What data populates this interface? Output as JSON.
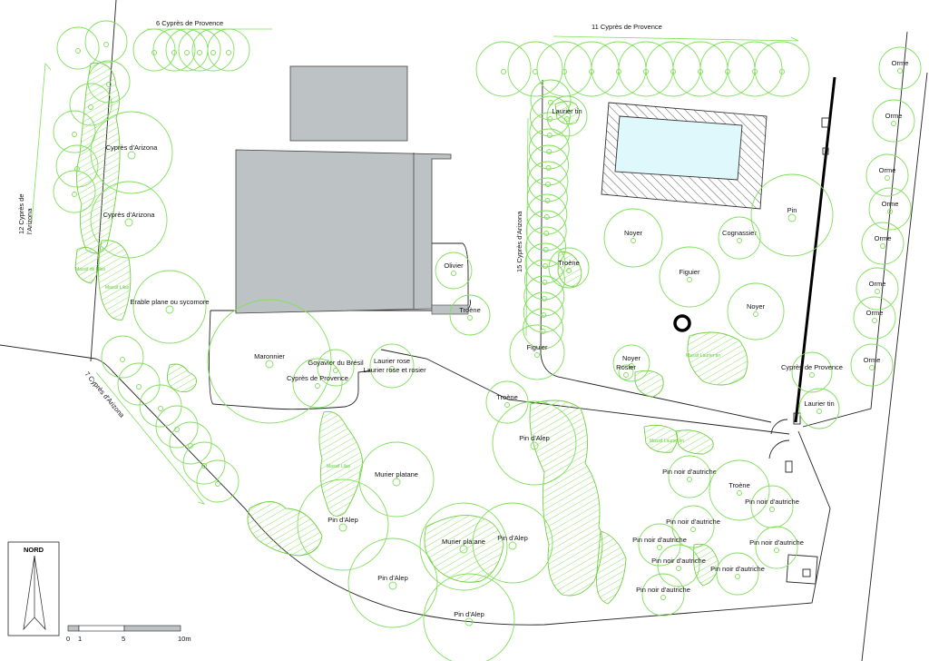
{
  "title_rows": {
    "row_6": "6 Cyprès de Provence",
    "row_11": "11 Cyprès de Provence",
    "row_12a": "12 Cyprès de",
    "row_12b": "l'Arizona",
    "row_15": "15 Cyprès d'Arizona",
    "row_7": "7 Cyprès d'Arizona"
  },
  "labels": [
    "Cyprès d'Arizona",
    "Cyprès d'Arizona",
    "Erable plane ou sycomore",
    "Maronnier",
    "Goyavier du Brésil",
    "Laurier rose",
    "Laurier rose et rosier",
    "Cyprès de Provence",
    "Olivier",
    "Troène",
    "Troène",
    "Pin d'Alep",
    "Murier platane",
    "Pin d'Alep",
    "Murier platane",
    "Pin d'Alep",
    "Pin d'Alep",
    "Pin d'Alep",
    "Laurier tin",
    "Troène",
    "Figuier",
    "Noyer",
    "Cognassier",
    "Figuier",
    "Noyer",
    "Pin",
    "Noyer",
    "Rosier",
    "Cyprès de Provence",
    "Laurier tin",
    "Pin noir d'autriche",
    "Troène",
    "Pin noir d'autriche",
    "Pin noir d'autriche",
    "Pin noir d'autriche",
    "Pin noir d'autriche",
    "Pin noir d'autriche",
    "Pin noir d'autriche",
    "Pin noir d'autriche",
    "Orme",
    "Orme",
    "Orme",
    "Orme",
    "Orme",
    "Orme",
    "Orme",
    "Orme"
  ],
  "massifs": [
    "Massif Laurier tin",
    "Massif de Lilas",
    "Massif Lilas",
    "Massif Lilas",
    "Massif Laurier tin"
  ],
  "legend": {
    "north": "NORD",
    "scale_ticks": [
      "0",
      "1",
      "5",
      "10m"
    ]
  },
  "colors": {
    "vegetation": "#7fe05a",
    "building": "#bdc3c4",
    "pool": "#dff8fb",
    "lines": "#222222"
  }
}
